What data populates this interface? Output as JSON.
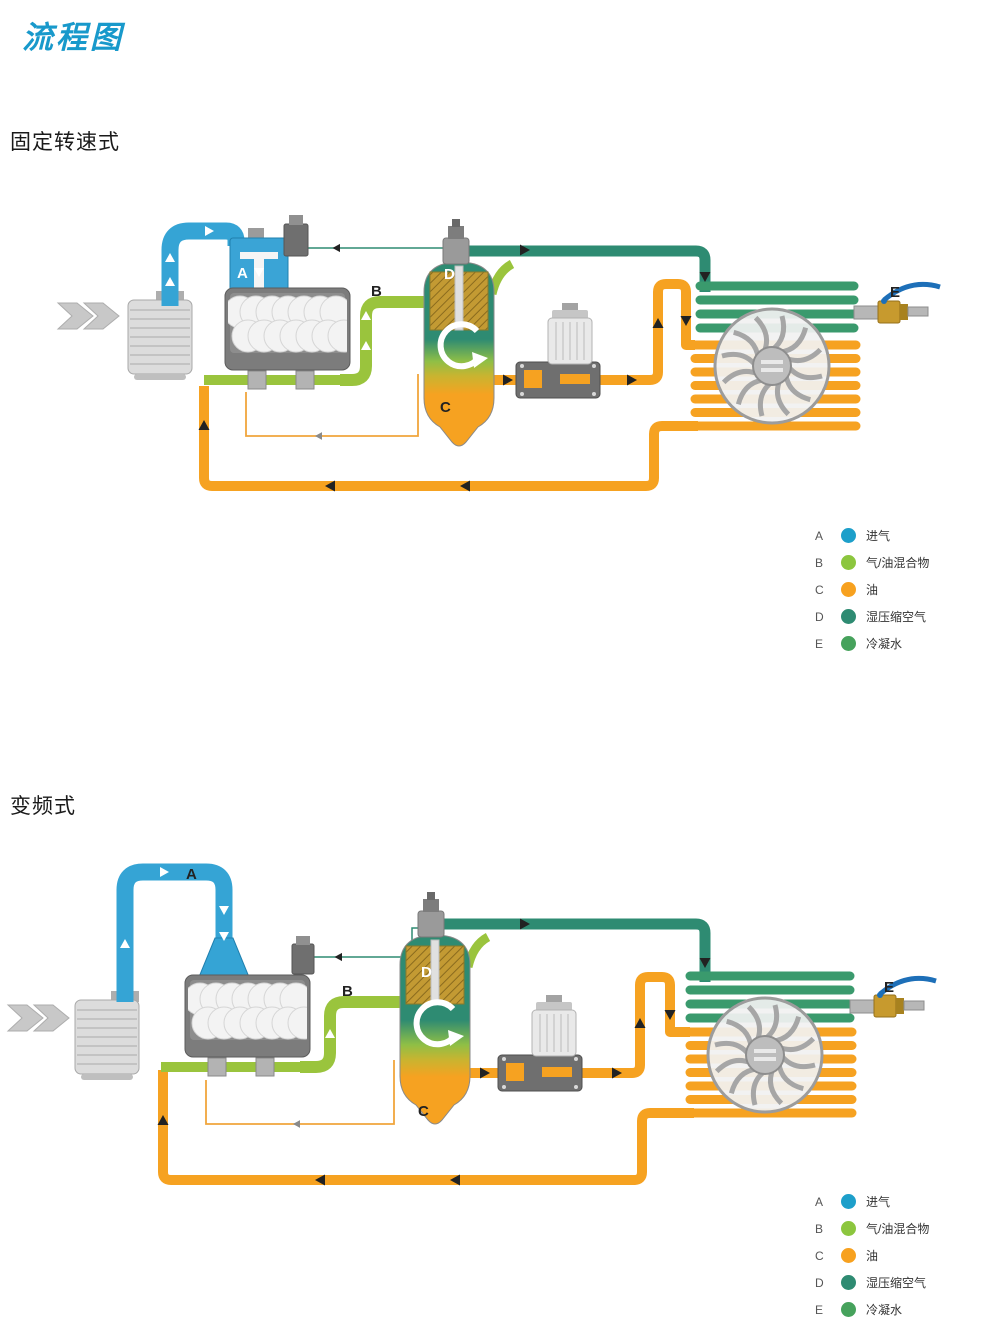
{
  "page": {
    "title": "流程图"
  },
  "sections": {
    "fixed": {
      "heading": "固定转速式"
    },
    "variable": {
      "heading": "变频式"
    }
  },
  "diagram_labels": {
    "A": "A",
    "B": "B",
    "C": "C",
    "D": "D",
    "E": "E"
  },
  "legend": {
    "items": [
      {
        "key": "A",
        "label": "进气",
        "color": "#1d9fca"
      },
      {
        "key": "B",
        "label": "气/油混合物",
        "color": "#8cc63e"
      },
      {
        "key": "C",
        "label": "油",
        "color": "#f7a11f"
      },
      {
        "key": "D",
        "label": "湿压缩空气",
        "color": "#2e8b72"
      },
      {
        "key": "E",
        "label": "冷凝水",
        "color": "#46a25c"
      }
    ]
  },
  "colors": {
    "title": "#1899cb",
    "intake_pipe": "#35a4d5",
    "mixture_pipe": "#9ac43d",
    "oil_pipe": "#f6a221",
    "wet_air_pipe": "#2e8b72"
  }
}
